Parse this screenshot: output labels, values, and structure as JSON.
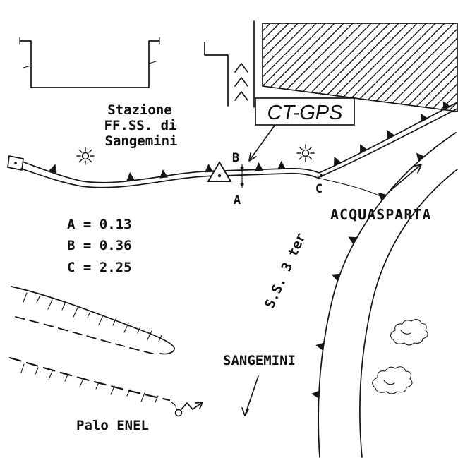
{
  "colors": {
    "ink": "#161616",
    "paper": "#ffffff"
  },
  "station": {
    "line1": "Stazione",
    "line2": "FF.SS. di",
    "line3": "Sangemini"
  },
  "gps_label": {
    "text": "CT-GPS"
  },
  "points": {
    "a": "A",
    "b": "B",
    "c": "C"
  },
  "measurements": {
    "a": "A = 0.13",
    "b": "B = 0.36",
    "c": "C = 2.25"
  },
  "roads": {
    "ss3ter": "S.S. 3 ter"
  },
  "directions": {
    "north_east": "ACQUASPARTA",
    "south": "SANGEMINI"
  },
  "pole": {
    "label": "Palo ENEL"
  },
  "symbols": {
    "station_triangle": "survey-station-triangle",
    "lamp": "lamp-sun-symbol",
    "teeth": "road-edge-tick-triangles",
    "hatch": "building-diagonal-hatch",
    "bush": "bush-scribble",
    "embankment": "hachured-scarp"
  }
}
